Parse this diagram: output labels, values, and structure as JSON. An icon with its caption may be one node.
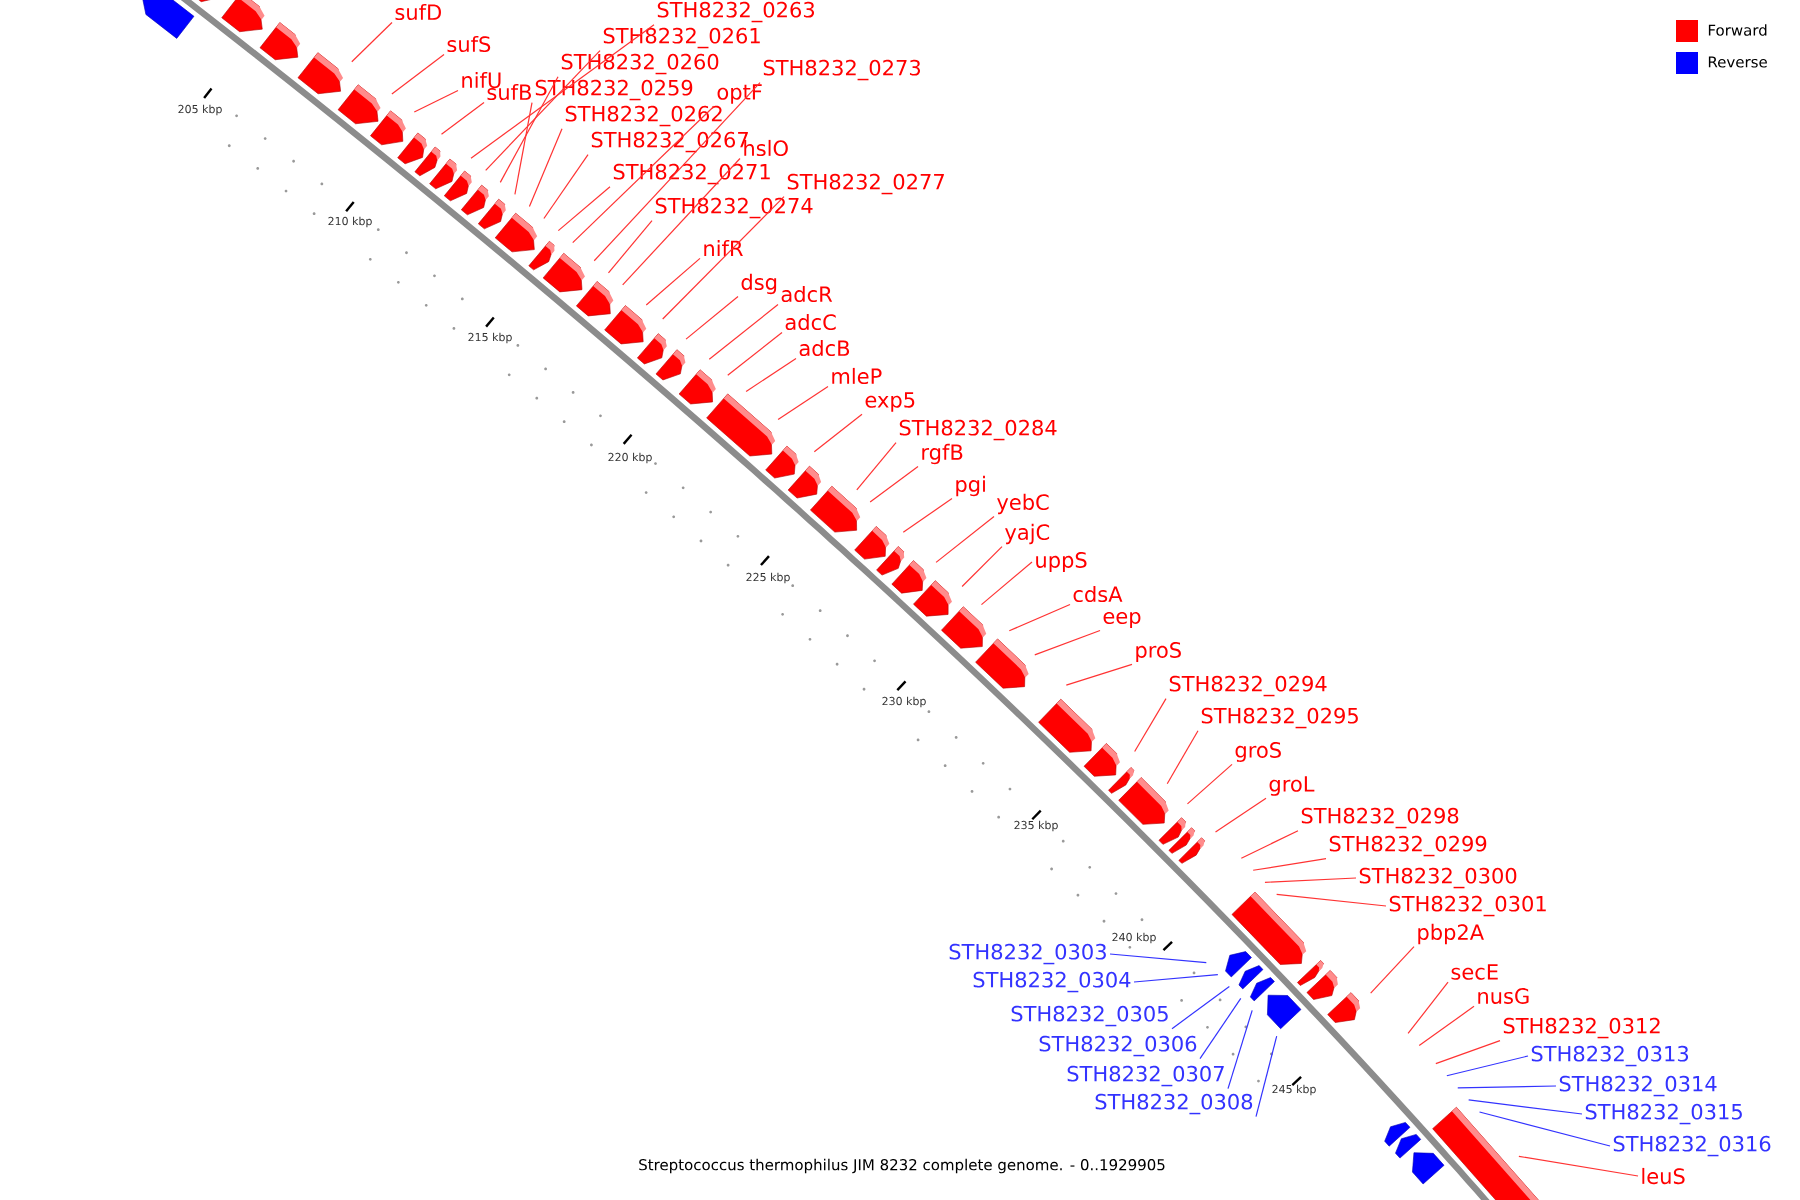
{
  "diagram": {
    "caption": "Streptococcus thermophilus JIM 8232 complete genome. - 0..1929905",
    "nodes": [
      {
        "text": [
          "sufD"
        ]
      },
      {
        "text": [
          "STH8232_0263"
        ]
      },
      {
        "text": [
          "STH8232_0261"
        ]
      },
      {
        "text": [
          "sufS"
        ]
      },
      {
        "text": [
          "STH8232_0260"
        ]
      },
      {
        "text": [
          "STH8232_0273"
        ]
      },
      {
        "text": [
          "nifU"
        ]
      },
      {
        "text": [
          "sufB"
        ]
      },
      {
        "text": [
          "STH8232_0259"
        ]
      },
      {
        "text": [
          "optF"
        ]
      },
      {
        "text": [
          "STH8232_0262"
        ]
      },
      {
        "text": [
          "STH8232_0267"
        ]
      },
      {
        "text": [
          "hslO"
        ]
      },
      {
        "text": [
          "STH8232_0271"
        ]
      },
      {
        "text": [
          "STH8232_0277"
        ]
      },
      {
        "text": [
          "STH8232_0274"
        ]
      },
      {
        "text": [
          "nifR"
        ]
      },
      {
        "text": [
          "dsg"
        ]
      },
      {
        "text": [
          "adcR"
        ]
      },
      {
        "text": [
          "adcC"
        ]
      },
      {
        "text": [
          "adcB"
        ]
      },
      {
        "text": [
          "mleP"
        ]
      },
      {
        "text": [
          "exp5"
        ]
      },
      {
        "text": [
          "STH8232_0284"
        ]
      },
      {
        "text": [
          "rgfB"
        ]
      },
      {
        "text": [
          "pgi"
        ]
      },
      {
        "text": [
          "yebC"
        ]
      },
      {
        "text": [
          "yajC"
        ]
      },
      {
        "text": [
          "uppS"
        ]
      },
      {
        "text": [
          "cdsA"
        ]
      },
      {
        "text": [
          "eep"
        ]
      },
      {
        "text": [
          "proS"
        ]
      },
      {
        "text": [
          "STH8232_0294"
        ]
      },
      {
        "text": [
          "STH8232_0295"
        ]
      },
      {
        "text": [
          "groS"
        ]
      },
      {
        "text": [
          "groL"
        ]
      },
      {
        "text": [
          "STH8232_0298"
        ]
      },
      {
        "text": [
          "STH8232_0299"
        ]
      },
      {
        "text": [
          "STH8232_0300"
        ]
      },
      {
        "text": [
          "STH8232_0301"
        ]
      },
      {
        "text": [
          "pbp2A"
        ]
      },
      {
        "text": [
          "STH8232_0303"
        ]
      },
      {
        "text": [
          "secE"
        ]
      },
      {
        "text": [
          "STH8232_0304"
        ]
      },
      {
        "text": [
          "nusG"
        ]
      },
      {
        "text": [
          "STH8232_0305"
        ]
      },
      {
        "text": [
          "STH8232_0312"
        ]
      },
      {
        "text": [
          "STH8232_0306"
        ]
      },
      {
        "text": [
          "STH8232_0313"
        ]
      },
      {
        "text": [
          "STH8232_0307"
        ]
      },
      {
        "text": [
          "STH8232_0314"
        ]
      },
      {
        "text": [
          "STH8232_0308"
        ]
      },
      {
        "text": [
          "STH8232_0315"
        ]
      },
      {
        "text": [
          "STH8232_0316"
        ]
      },
      {
        "text": [
          "leuS"
        ]
      }
    ],
    "edges": [
      {
        "from": 0,
        "to": null,
        "arrow": "none"
      },
      {
        "from": 1,
        "to": null,
        "arrow": "none"
      },
      {
        "from": 2,
        "to": null,
        "arrow": "none"
      },
      {
        "from": 3,
        "to": null,
        "arrow": "none"
      },
      {
        "from": 4,
        "to": null,
        "arrow": "none"
      },
      {
        "from": 5,
        "to": null,
        "arrow": "none"
      },
      {
        "from": 6,
        "to": null,
        "arrow": "none"
      },
      {
        "from": 7,
        "to": null,
        "arrow": "none"
      },
      {
        "from": 8,
        "to": null,
        "arrow": "none"
      },
      {
        "from": 9,
        "to": null,
        "arrow": "none"
      },
      {
        "from": 10,
        "to": null,
        "arrow": "none"
      },
      {
        "from": 11,
        "to": null,
        "arrow": "none"
      },
      {
        "from": 12,
        "to": null,
        "arrow": "none"
      },
      {
        "from": 13,
        "to": null,
        "arrow": "none"
      },
      {
        "from": 14,
        "to": null,
        "arrow": "none"
      },
      {
        "from": 15,
        "to": null,
        "arrow": "none"
      },
      {
        "from": 16,
        "to": null,
        "arrow": "none"
      },
      {
        "from": 17,
        "to": null,
        "arrow": "none"
      },
      {
        "from": 18,
        "to": null,
        "arrow": "none"
      },
      {
        "from": 19,
        "to": null,
        "arrow": "none"
      },
      {
        "from": 20,
        "to": null,
        "arrow": "none"
      },
      {
        "from": 21,
        "to": null,
        "arrow": "none"
      },
      {
        "from": 22,
        "to": null,
        "arrow": "none"
      },
      {
        "from": 23,
        "to": null,
        "arrow": "none"
      },
      {
        "from": 24,
        "to": null,
        "arrow": "none"
      },
      {
        "from": 25,
        "to": null,
        "arrow": "none"
      },
      {
        "from": 26,
        "to": null,
        "arrow": "none"
      },
      {
        "from": 27,
        "to": null,
        "arrow": "none"
      },
      {
        "from": 28,
        "to": null,
        "arrow": "none"
      },
      {
        "from": 29,
        "to": null,
        "arrow": "none"
      },
      {
        "from": 30,
        "to": null,
        "arrow": "none"
      },
      {
        "from": 31,
        "to": null,
        "arrow": "none"
      },
      {
        "from": 32,
        "to": null,
        "arrow": "none"
      },
      {
        "from": 33,
        "to": null,
        "arrow": "none"
      },
      {
        "from": 34,
        "to": null,
        "arrow": "none"
      },
      {
        "from": 35,
        "to": null,
        "arrow": "none"
      },
      {
        "from": 36,
        "to": null,
        "arrow": "none"
      },
      {
        "from": 37,
        "to": null,
        "arrow": "none"
      },
      {
        "from": 38,
        "to": null,
        "arrow": "none"
      },
      {
        "from": 39,
        "to": null,
        "arrow": "none"
      },
      {
        "from": 40,
        "to": null,
        "arrow": "none"
      },
      {
        "from": 41,
        "to": null,
        "arrow": "none",
        "color": "#3333ff"
      },
      {
        "from": 42,
        "to": null,
        "arrow": "none"
      },
      {
        "from": 43,
        "to": null,
        "arrow": "none",
        "color": "#3333ff"
      },
      {
        "from": 44,
        "to": null,
        "arrow": "none"
      },
      {
        "from": 45,
        "to": null,
        "arrow": "none",
        "color": "#3333ff"
      },
      {
        "from": 46,
        "to": null,
        "arrow": "none"
      },
      {
        "from": 47,
        "to": null,
        "arrow": "none",
        "color": "#3333ff"
      },
      {
        "from": 48,
        "to": null,
        "arrow": "none",
        "color": "#3333ff"
      },
      {
        "from": 49,
        "to": null,
        "arrow": "none",
        "color": "#3333ff"
      },
      {
        "from": 50,
        "to": null,
        "arrow": "none",
        "color": "#3333ff"
      },
      {
        "from": 51,
        "to": null,
        "arrow": "none",
        "color": "#3333ff"
      },
      {
        "from": 52,
        "to": null,
        "arrow": "none",
        "color": "#3333ff"
      },
      {
        "from": 53,
        "to": null,
        "arrow": "none",
        "color": "#3333ff"
      },
      {
        "from": 54,
        "to": null,
        "arrow": "none"
      }
    ],
    "labels": [
      "205 kbp",
      "210 kbp",
      "215 kbp",
      "220 kbp",
      "225 kbp",
      "230 kbp",
      "235 kbp",
      "240 kbp",
      "245 kbp"
    ],
    "legend": [
      {
        "text": "Forward",
        "color": "#ff0000"
      },
      {
        "text": "Reverse",
        "color": "#0000ff"
      }
    ]
  }
}
